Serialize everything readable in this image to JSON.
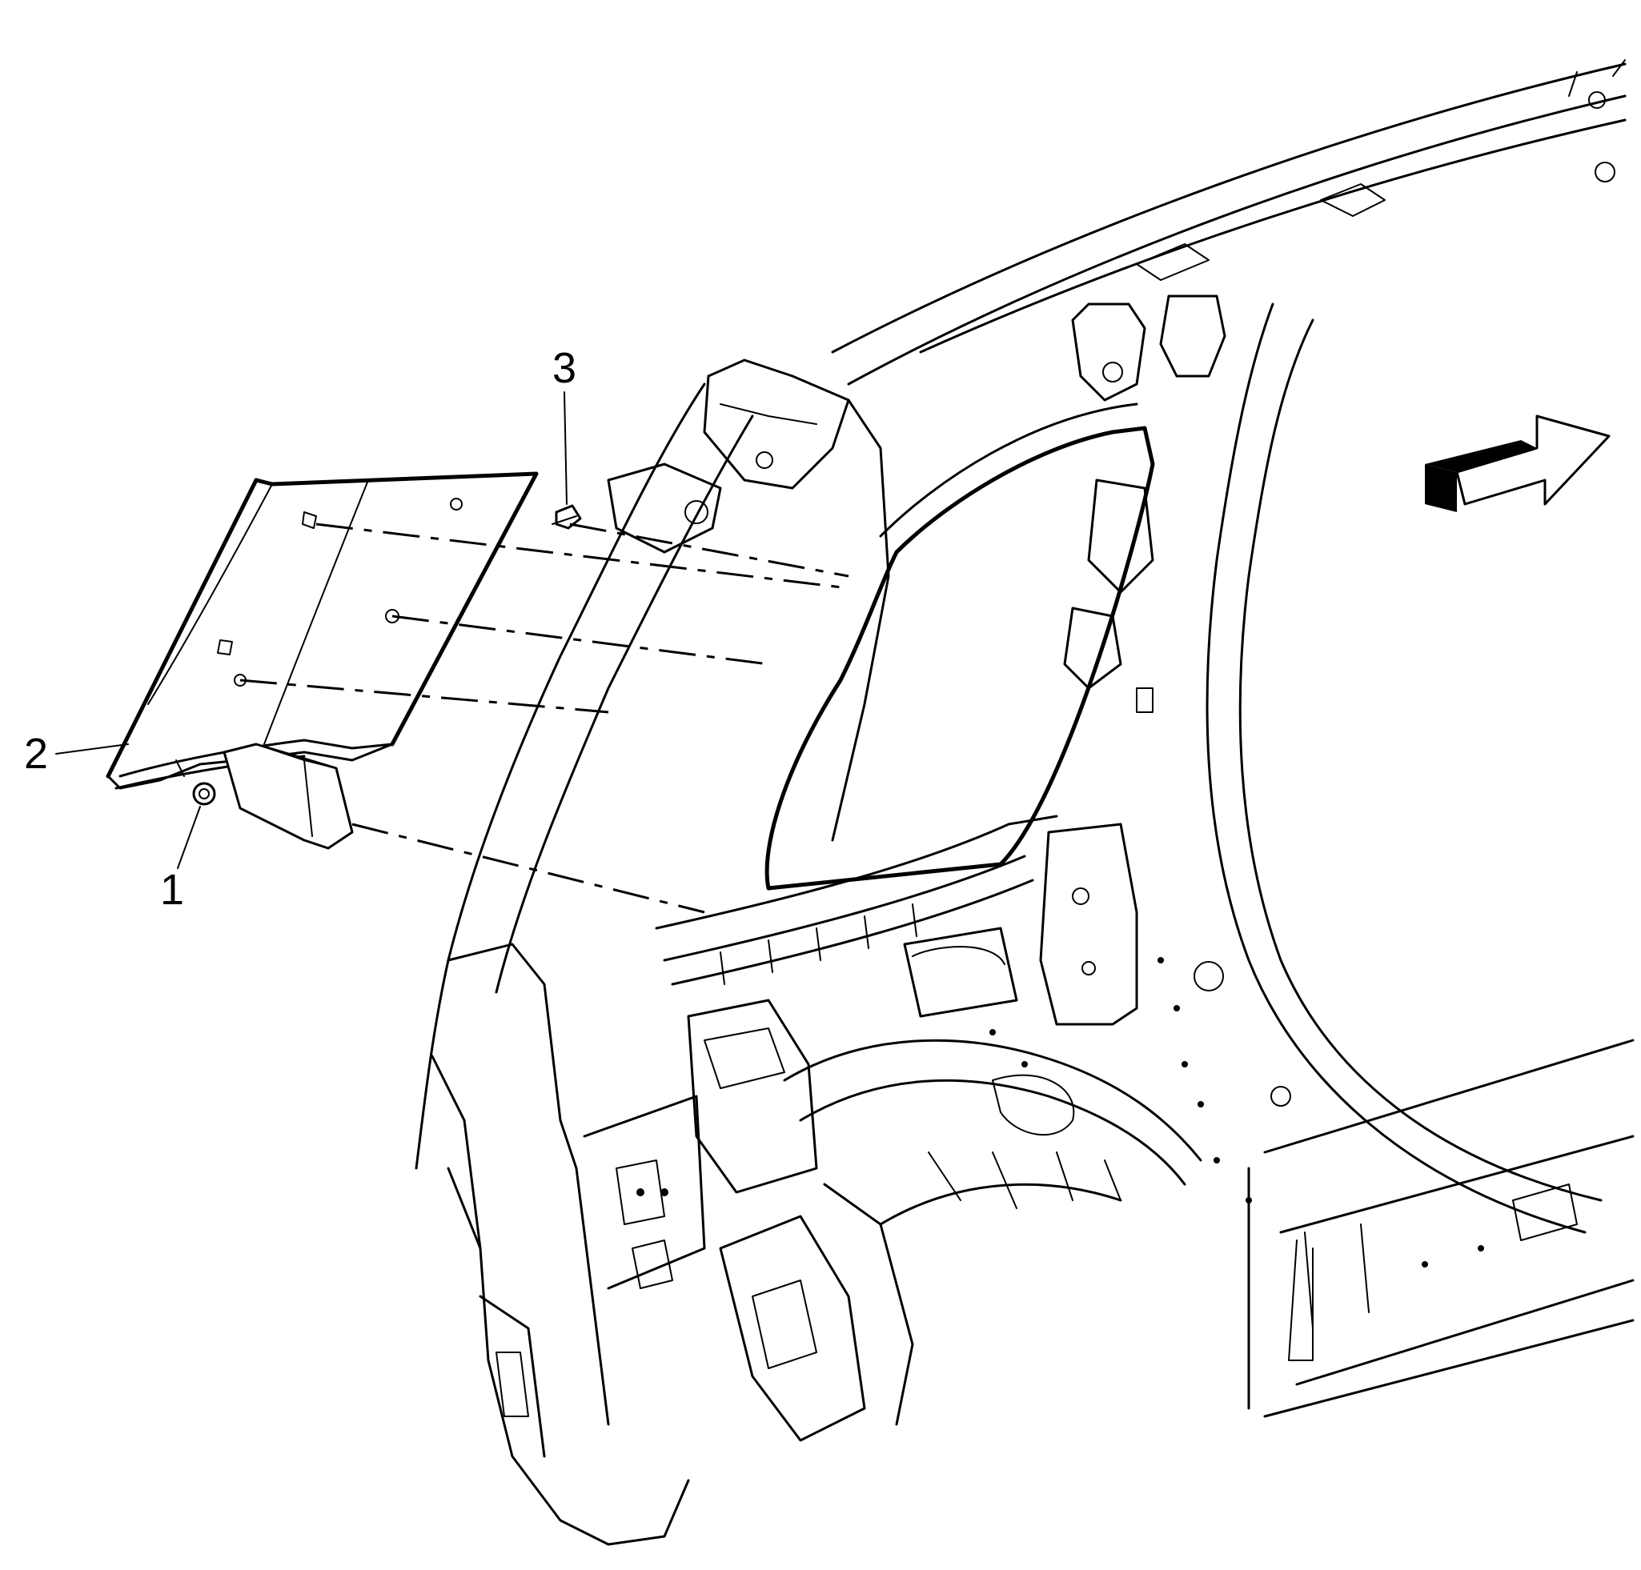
{
  "figure": {
    "callouts": [
      {
        "id": "1",
        "text": "1"
      },
      {
        "id": "2",
        "text": "2"
      },
      {
        "id": "3",
        "text": "3"
      }
    ],
    "direction_arrow_icon": "forward-arrow-icon"
  }
}
